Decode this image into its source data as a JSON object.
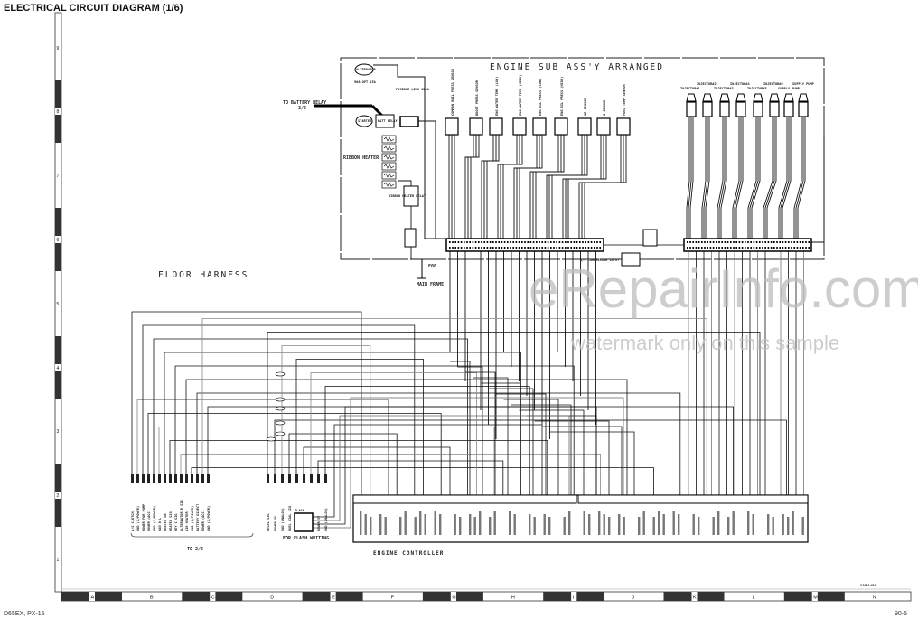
{
  "page": {
    "title": "ELECTRICAL CIRCUIT DIAGRAM (1/6)",
    "model": "D65EX, PX-15",
    "page_number": "90-5",
    "drawing_code": "SJ081454"
  },
  "ruler": {
    "rows": [
      "9",
      "8",
      "7",
      "6",
      "5",
      "4",
      "3",
      "2",
      "1"
    ],
    "columns": [
      "A",
      "B",
      "C",
      "D",
      "E",
      "F",
      "G",
      "H",
      "I",
      "J",
      "K",
      "L",
      "M",
      "N"
    ]
  },
  "engine_sub": {
    "title": "ENGINE SUB ASS'Y ARRANGED",
    "components": {
      "alternator": "ALTERNATOR",
      "starter": "STARTER",
      "batt_relay": "BATT RELAY",
      "fusible_link": "FUSIBLE LINK 120A",
      "opt_fuse": "90A OPT 15A",
      "to_battery_relay": "TO BATTERY RELAY",
      "to_battery_relay_ref": "3/6",
      "ribbon_heater": "RIBBON HEATER",
      "heater_relay": "RIBBON HEATER RELAY",
      "main_frame": "MAIN FRAME",
      "ground_ref": "E08",
      "ac_compressor": "A/C COMPRESSOR INPUT"
    },
    "sensors": [
      "COMMON RAIL PRESS SENSOR",
      "BOOST PRESS SENSOR",
      "ENG WATER TEMP (LOW)",
      "ENG WATER TEMP (HIGH)",
      "ENG OIL PRESS (LOW)",
      "ENG OIL PRESS (HIGH)",
      "NE SENSOR",
      "G SENSOR",
      "FUEL TEMP SENSOR"
    ],
    "injectors": [
      "INJECTOR#1",
      "INJECTOR#2",
      "INJECTOR#3",
      "INJECTOR#4",
      "INJECTOR#5",
      "INJECTOR#6",
      "SUPPLY PUMP",
      "SUPPLY PUMP"
    ]
  },
  "floor_harness": {
    "title": "FLOOR HARNESS",
    "left_signals": [
      "A/C CLUTCH",
      "GND (S/POWER)",
      "POWER FOR PUMP",
      "POWER (ACC)",
      "GND (S/POWER)",
      "CAN 0 L",
      "HEATER SW",
      "HEATER SIG",
      "KEY C SIG",
      "ALTERNATOR R SIG",
      "AIR HEATER",
      "GND (S/POWER)",
      "BATTERY DIRECT",
      "POWER (ACC)",
      "GND (S/POWER)",
      "DECEL SIG",
      "POWER 5V",
      "GND (ANALOG)",
      "FUEL DIAL SIG",
      "KEY C SIG",
      "CAN 0 H",
      "T/M N SIG",
      "POWER 5V",
      "GND (ANALOG)"
    ],
    "to_ref": "TO 2/6",
    "flash_label": "FOR FLASH WRITING",
    "flash_connector": "FLASH"
  },
  "controller": {
    "title": "ENGINE CONTROLLER"
  },
  "watermark": {
    "line1": "eRepairInfo.com",
    "line2": "watermark only on this sample"
  }
}
